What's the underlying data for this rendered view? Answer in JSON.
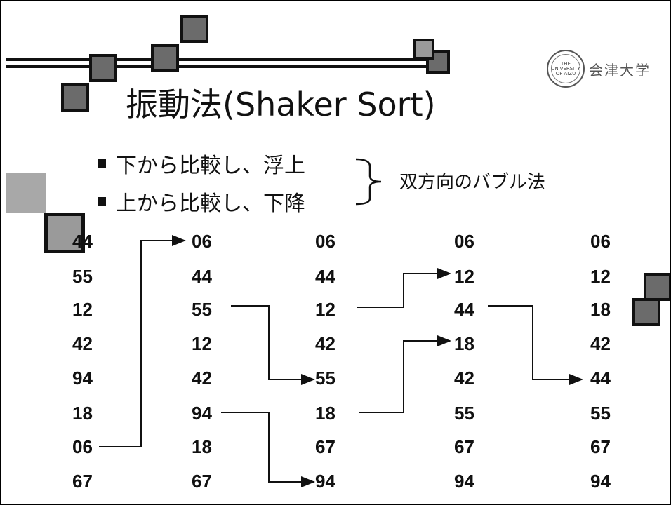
{
  "slide": {
    "title": "振動法(Shaker Sort)",
    "logo": {
      "seal_text": "THE UNIVERSITY OF AIZU",
      "text": "会津大学"
    },
    "bullets": [
      "下から比較し、浮上",
      "上から比較し、下降"
    ],
    "brace_label": "双方向のバブル法"
  },
  "columns": [
    [
      "44",
      "55",
      "12",
      "42",
      "94",
      "18",
      "06",
      "67"
    ],
    [
      "06",
      "44",
      "55",
      "12",
      "42",
      "94",
      "18",
      "67"
    ],
    [
      "06",
      "44",
      "12",
      "42",
      "55",
      "18",
      "67",
      "94"
    ],
    [
      "06",
      "12",
      "44",
      "18",
      "42",
      "55",
      "67",
      "94"
    ],
    [
      "06",
      "12",
      "18",
      "42",
      "44",
      "55",
      "67",
      "94"
    ]
  ],
  "colors": {
    "square_fill": "#6b6b6b",
    "square_border": "#111111",
    "text": "#111111"
  }
}
